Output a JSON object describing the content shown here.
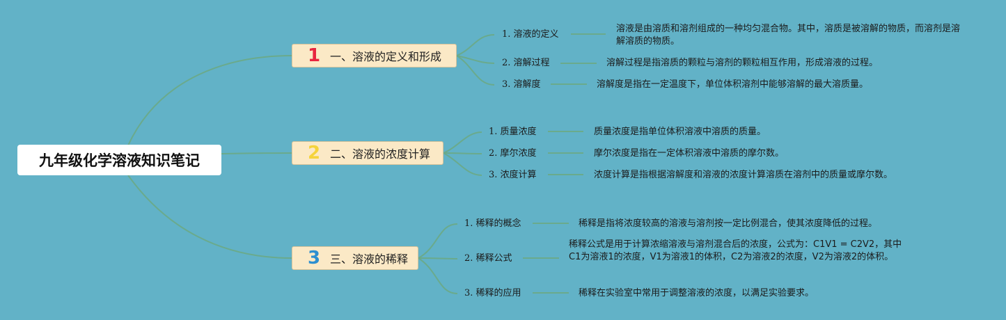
{
  "root": {
    "title": "九年级化学溶液知识笔记"
  },
  "colors": {
    "background": "#62b2c7",
    "connector": "#6aaa8c",
    "topic_fill": "#fbe9c6"
  },
  "topics": [
    {
      "number": "1",
      "number_color": "#e8253f",
      "title": "一、溶液的定义和形成",
      "subs": [
        {
          "label": "1. 溶液的定义",
          "desc": "溶液是由溶质和溶剂组成的一种均匀混合物。其中，溶质是被溶解的物质，而溶剂是溶解溶质的物质。"
        },
        {
          "label": "2. 溶解过程",
          "desc": "溶解过程是指溶质的颗粒与溶剂的颗粒相互作用，形成溶液的过程。"
        },
        {
          "label": "3. 溶解度",
          "desc": "溶解度是指在一定温度下，单位体积溶剂中能够溶解的最大溶质量。"
        }
      ]
    },
    {
      "number": "2",
      "number_color": "#f5d33b",
      "title": "二、溶液的浓度计算",
      "subs": [
        {
          "label": "1. 质量浓度",
          "desc": "质量浓度是指单位体积溶液中溶质的质量。"
        },
        {
          "label": "2. 摩尔浓度",
          "desc": "摩尔浓度是指在一定体积溶液中溶质的摩尔数。"
        },
        {
          "label": "3. 浓度计算",
          "desc": "浓度计算是指根据溶解度和溶液的浓度计算溶质在溶剂中的质量或摩尔数。"
        }
      ]
    },
    {
      "number": "3",
      "number_color": "#2d8fd0",
      "title": "三、溶液的稀释",
      "subs": [
        {
          "label": "1. 稀释的概念",
          "desc": "稀释是指将浓度较高的溶液与溶剂按一定比例混合，使其浓度降低的过程。"
        },
        {
          "label": "2. 稀释公式",
          "desc": "稀释公式是用于计算浓缩溶液与溶剂混合后的浓度，公式为：C1V1 = C2V2，其中C1为溶液1的浓度，V1为溶液1的体积，C2为溶液2的浓度，V2为溶液2的体积。"
        },
        {
          "label": "3. 稀释的应用",
          "desc": "稀释在实验室中常用于调整溶液的浓度，以满足实验要求。"
        }
      ]
    }
  ]
}
